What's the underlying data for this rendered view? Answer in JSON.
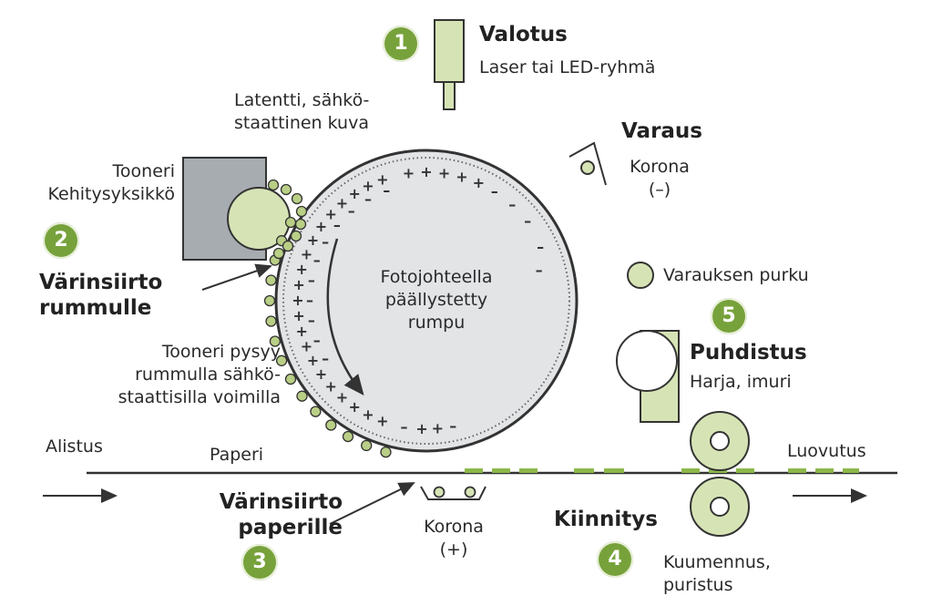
{
  "colors": {
    "accent_green": "#77a23b",
    "component_green": "#d6e4b5",
    "drum_fill": "#e2e4e6",
    "toner_box_gray": "#a7acb0",
    "outline": "#333333"
  },
  "steps": {
    "exposure": {
      "number": "1",
      "title": "Valotus",
      "detail": "Laser tai LED-ryhmä"
    },
    "charging": {
      "title": "Varaus",
      "device": "Korona",
      "polarity": "(–)"
    },
    "developing": {
      "number": "2",
      "unit_line1": "Tooneri",
      "unit_line2": "Kehitysyksikkö",
      "title_line1": "Värinsiirto",
      "title_line2": "rummulle"
    },
    "transfer": {
      "number": "3",
      "title_line1": "Värinsiirto",
      "title_line2": "paperille",
      "device": "Korona",
      "polarity": "(+)"
    },
    "fusing": {
      "number": "4",
      "title": "Kiinnitys",
      "detail_line1": "Kuumennus,",
      "detail_line2": "puristus"
    },
    "cleaning": {
      "number": "5",
      "title": "Puhdistus",
      "detail": "Harja, imuri"
    }
  },
  "labels": {
    "latent_line1": "Latentti, sähkö-",
    "latent_line2": "staattinen kuva",
    "drum_line1": "Fotojohteella",
    "drum_line2": "päällystetty",
    "drum_line3": "rumpu",
    "discharge": "Varauksen purku",
    "toner_hold_line1": "Tooneri pysyy",
    "toner_hold_line2": "rummulla sähkö-",
    "toner_hold_line3": "staattisilla voimilla",
    "paper": "Paperi",
    "feed": "Alistus",
    "output": "Luovutus"
  },
  "icons": [
    "arrow-right-icon",
    "curved-arrow-icon",
    "pointer-arrow-icon"
  ]
}
